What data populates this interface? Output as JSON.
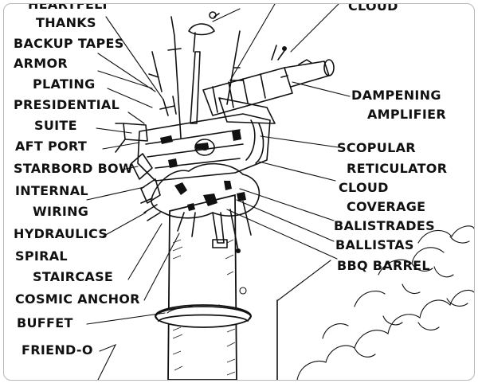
{
  "labels": {
    "heartfelt_thanks": "HEARTFELT",
    "thanks": "THANKS",
    "backup_tapes": "BACKUP TAPES",
    "armor": "ARMOR",
    "plating": "PLATING",
    "presidential": "PRESIDENTIAL",
    "suite": "SUITE",
    "aft_port": "AFT PORT",
    "starboard_bow": "STARBORD BOW",
    "internal": "INTERNAL",
    "wiring": "WIRING",
    "hydraulics": "HYDRAULICS",
    "spiral": "SPIRAL",
    "staircase": "STAIRCASE",
    "cosmic_anchor": "COSMIC ANCHOR",
    "buffet": "BUFFET",
    "friend_o": "FRIEND-O",
    "cloud_top": "CLOUD",
    "dampening": "DAMPENING",
    "amplifier": "AMPLIFIER",
    "scopular": "SCOPULAR",
    "reticulator": "RETICULATOR",
    "cloud": "CLOUD",
    "coverage": "COVERAGE",
    "balistrades": "BALISTRADES",
    "ballistas": "BALLISTAS",
    "bbq_barrel": "BBQ BARREL"
  }
}
